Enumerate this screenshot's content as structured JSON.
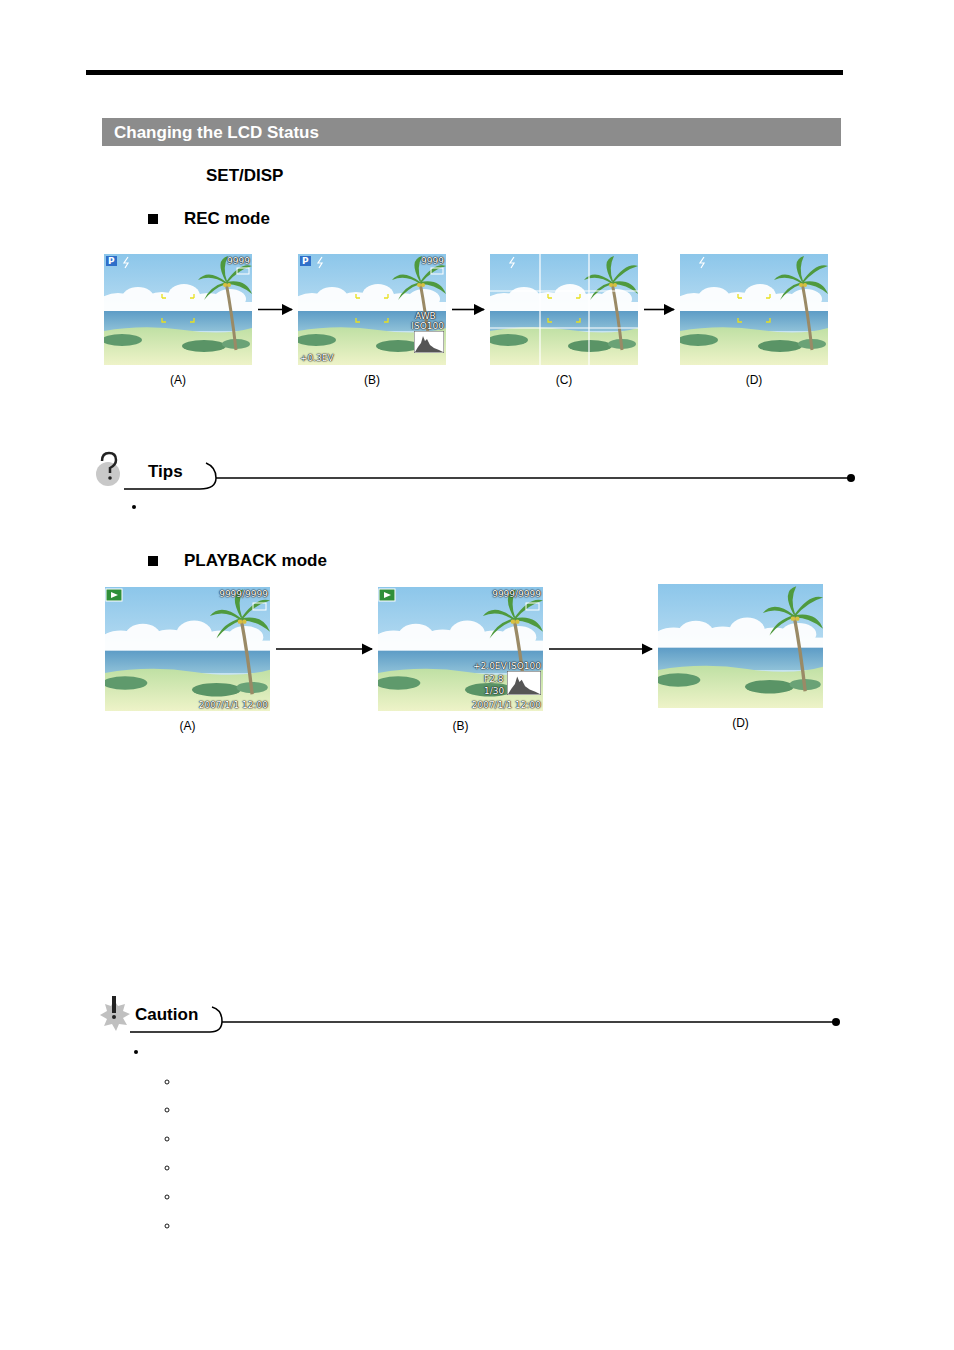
{
  "diagram": {
    "title": "Changing the LCD Status",
    "nodes": [
      {
        "text": [
          "P",
          "9999",
          "(A)"
        ]
      },
      {
        "text": [
          "P",
          "9999",
          "AWB",
          "ISO100",
          "+0.3EV",
          "(B)"
        ]
      },
      {
        "text": [
          "(C)"
        ]
      },
      {
        "text": [
          "(D)"
        ]
      },
      {
        "text": [
          "9999/9999",
          "2007/1/1 12:00",
          "(A)"
        ]
      },
      {
        "text": [
          "9999/9999",
          "+2.0EV",
          "ISO100",
          "F2.8",
          "1/30",
          "2007/1/1 12:00",
          "(B)"
        ]
      },
      {
        "text": [
          "(D)"
        ]
      }
    ],
    "edges": [
      {
        "from": 0,
        "to": 1,
        "arrow": "to"
      },
      {
        "from": 1,
        "to": 2,
        "arrow": "to"
      },
      {
        "from": 2,
        "to": 3,
        "arrow": "to"
      },
      {
        "from": 4,
        "to": 5,
        "arrow": "to"
      },
      {
        "from": 5,
        "to": 6,
        "arrow": "to"
      }
    ],
    "labels": [
      "SET/DISP",
      "REC mode",
      "Tips",
      "PLAYBACK mode",
      "Caution"
    ]
  }
}
